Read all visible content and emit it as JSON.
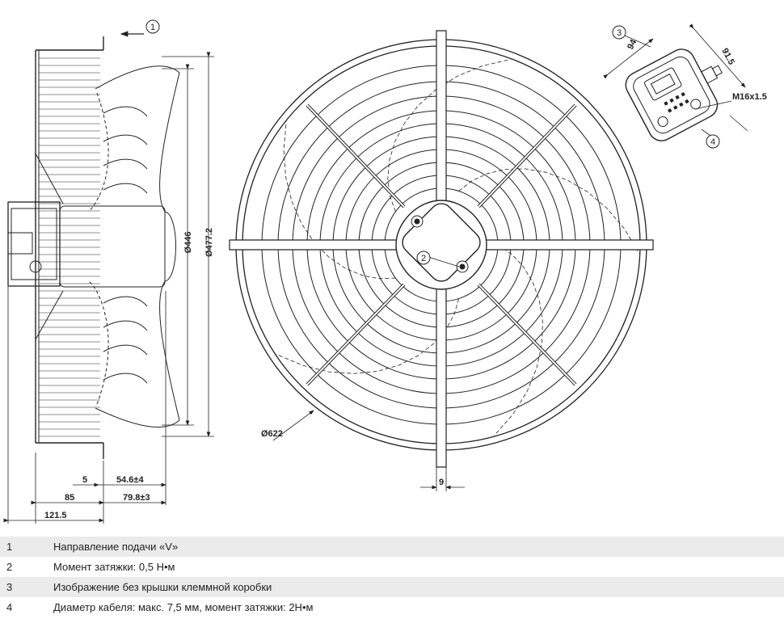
{
  "callouts": [
    "1",
    "2",
    "3",
    "4"
  ],
  "dimensions": {
    "d446": "Ø446",
    "d477": "Ø477.2",
    "d622": "Ø622",
    "w9": "9",
    "w5": "5",
    "w54": "54.6±4",
    "w85": "85",
    "w79": "79.8±3",
    "w121": "121.5",
    "tb94": "94",
    "tb91": "91.5",
    "thread": "M16x1.5"
  },
  "legend": [
    {
      "num": "1",
      "text": "Направление подачи «V»"
    },
    {
      "num": "2",
      "text": "Момент затяжки: 0,5 Н•м"
    },
    {
      "num": "3",
      "text": "Изображение без крышки клеммной коробки"
    },
    {
      "num": "4",
      "text": "Диаметр кабеля: макс. 7,5 мм, момент затяжки: 2Н•м"
    }
  ]
}
